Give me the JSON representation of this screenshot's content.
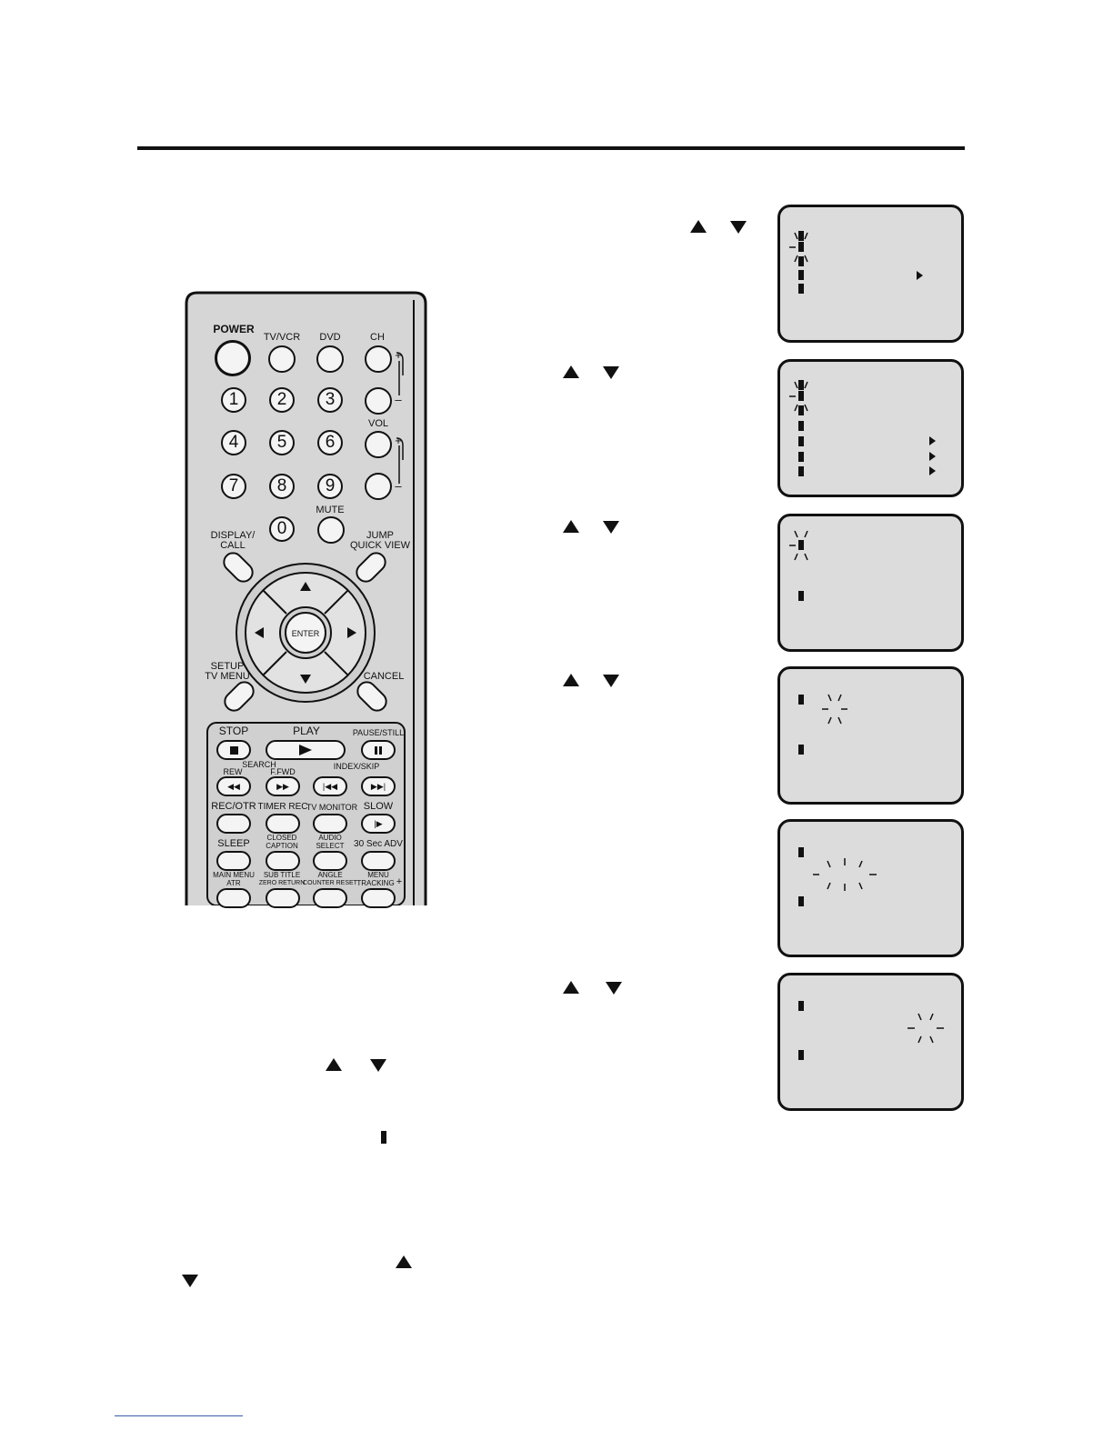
{
  "remote": {
    "power": "POWER",
    "tv_vcr": "TV/VCR",
    "dvd": "DVD",
    "ch": "CH",
    "vol": "VOL",
    "mute": "MUTE",
    "digits": [
      "1",
      "2",
      "3",
      "4",
      "5",
      "6",
      "7",
      "8",
      "9",
      "0"
    ],
    "display_call": [
      "DISPLAY/",
      "CALL"
    ],
    "jump_quick_view": [
      "JUMP",
      "QUICK VIEW"
    ],
    "enter": "ENTER",
    "setup_tv_menu": [
      "SETUP",
      "TV MENU"
    ],
    "cancel": "CANCEL",
    "stop": "STOP",
    "play": "PLAY",
    "pause_still": "PAUSE/STILL",
    "search": "SEARCH",
    "rew": "REW",
    "ffwd": "F.FWD",
    "index_skip": "INDEX/SKIP",
    "rec_otr": "REC/OTR",
    "timer_rec": "TIMER REC",
    "tv_monitor": "TV MONITOR",
    "slow": "SLOW",
    "sleep": "SLEEP",
    "closed_caption": [
      "CLOSED",
      "CAPTION"
    ],
    "audio_select": [
      "AUDIO",
      "SELECT"
    ],
    "sec_adv": "30 Sec ADV",
    "main_menu_atr": [
      "MAIN MENU",
      "ATR"
    ],
    "sub_title": [
      "SUB TITLE",
      "ZERO RETURN"
    ],
    "angle": [
      "ANGLE",
      "COUNTER RESET"
    ],
    "menu_tracking": [
      "MENU",
      "TRACKING"
    ],
    "plus": "+",
    "minus": "–"
  },
  "icons": {
    "up": "up-triangle-icon",
    "down": "down-triangle-icon",
    "cursor": "cursor-bar-icon"
  }
}
